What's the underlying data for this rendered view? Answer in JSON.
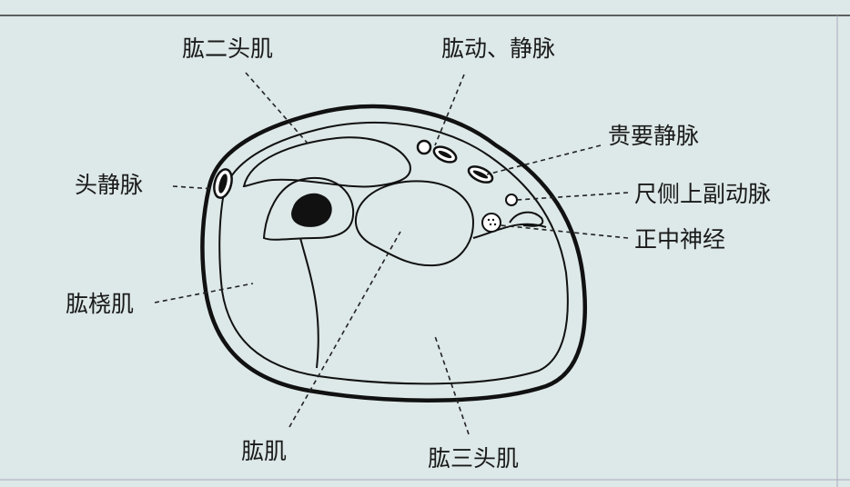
{
  "diagram": {
    "labels": {
      "biceps": "肱二头肌",
      "brachial_vessels": "肱动、静脉",
      "basilic_vein": "贵要静脉",
      "cephalic_vein": "头静脉",
      "superior_ulnar_collateral_artery": "尺侧上副动脉",
      "median_nerve": "正中神经",
      "brachioradialis": "肱桡肌",
      "brachialis": "肱肌",
      "triceps": "肱三头肌"
    },
    "colors": {
      "background": "#dde8e8",
      "ink": "#111111"
    }
  }
}
